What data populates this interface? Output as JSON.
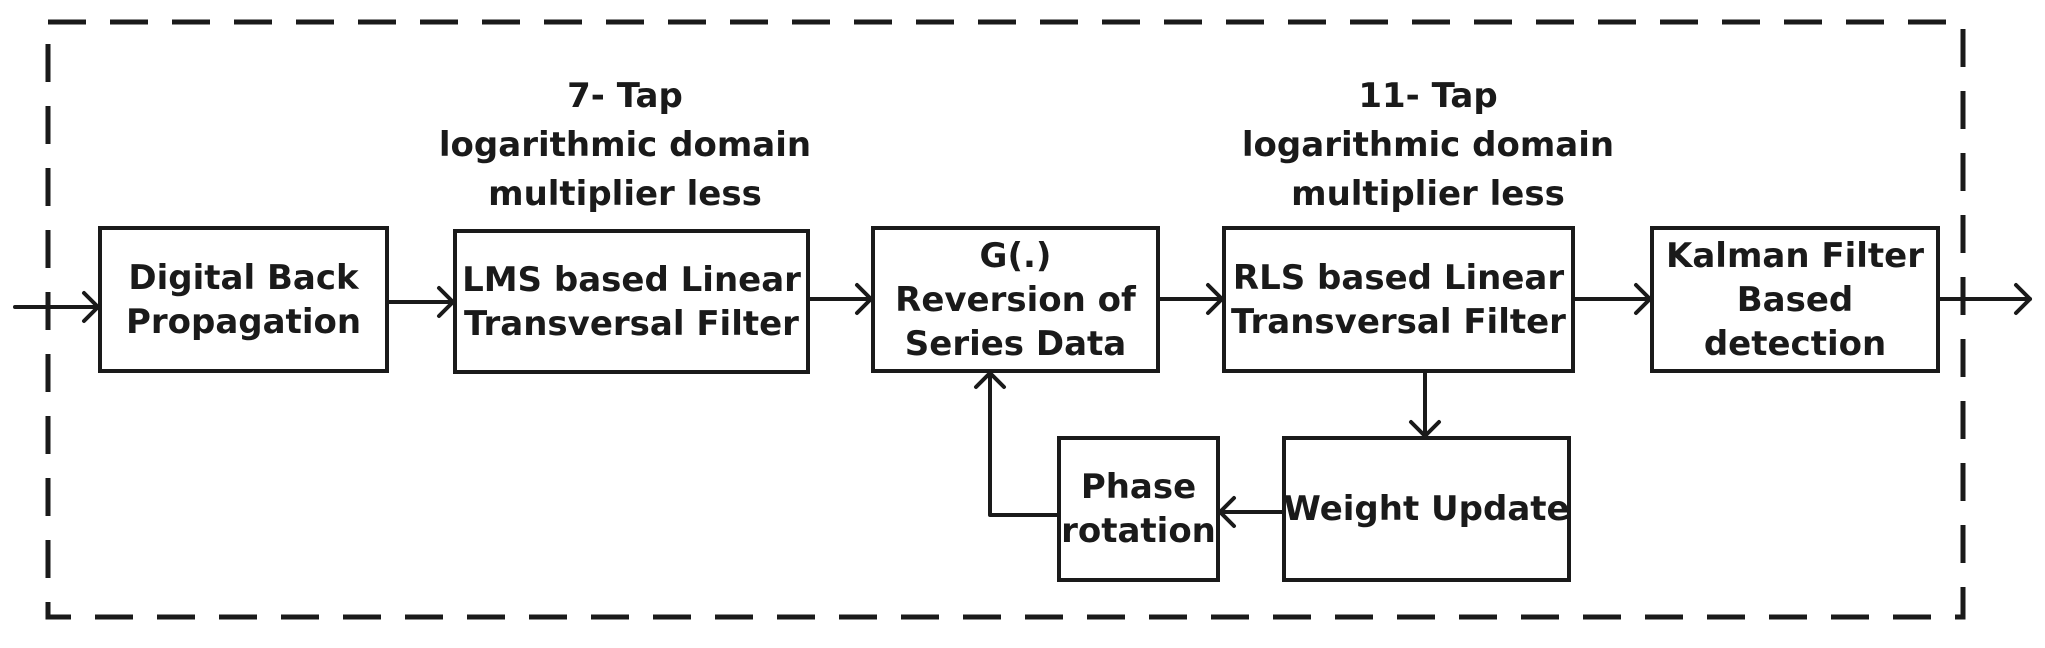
{
  "colors": {
    "stroke": "#1a1a1a",
    "background": "#ffffff"
  },
  "annotations": {
    "lms_spec": [
      "7- Tap",
      "logarithmic domain",
      "multiplier less"
    ],
    "rls_spec": [
      "11- Tap",
      "logarithmic domain",
      "multiplier less"
    ]
  },
  "blocks": {
    "dbp": [
      "Digital Back",
      "Propagation"
    ],
    "lms": [
      "LMS based Linear",
      "Transversal Filter"
    ],
    "g": [
      "G(.)",
      "Reversion of",
      "Series Data"
    ],
    "rls": [
      "RLS based Linear",
      "Transversal Filter"
    ],
    "kalman": [
      "Kalman Filter",
      "Based",
      "detection"
    ],
    "weight": [
      "Weight Update"
    ],
    "phase": [
      "Phase",
      "rotation"
    ]
  }
}
